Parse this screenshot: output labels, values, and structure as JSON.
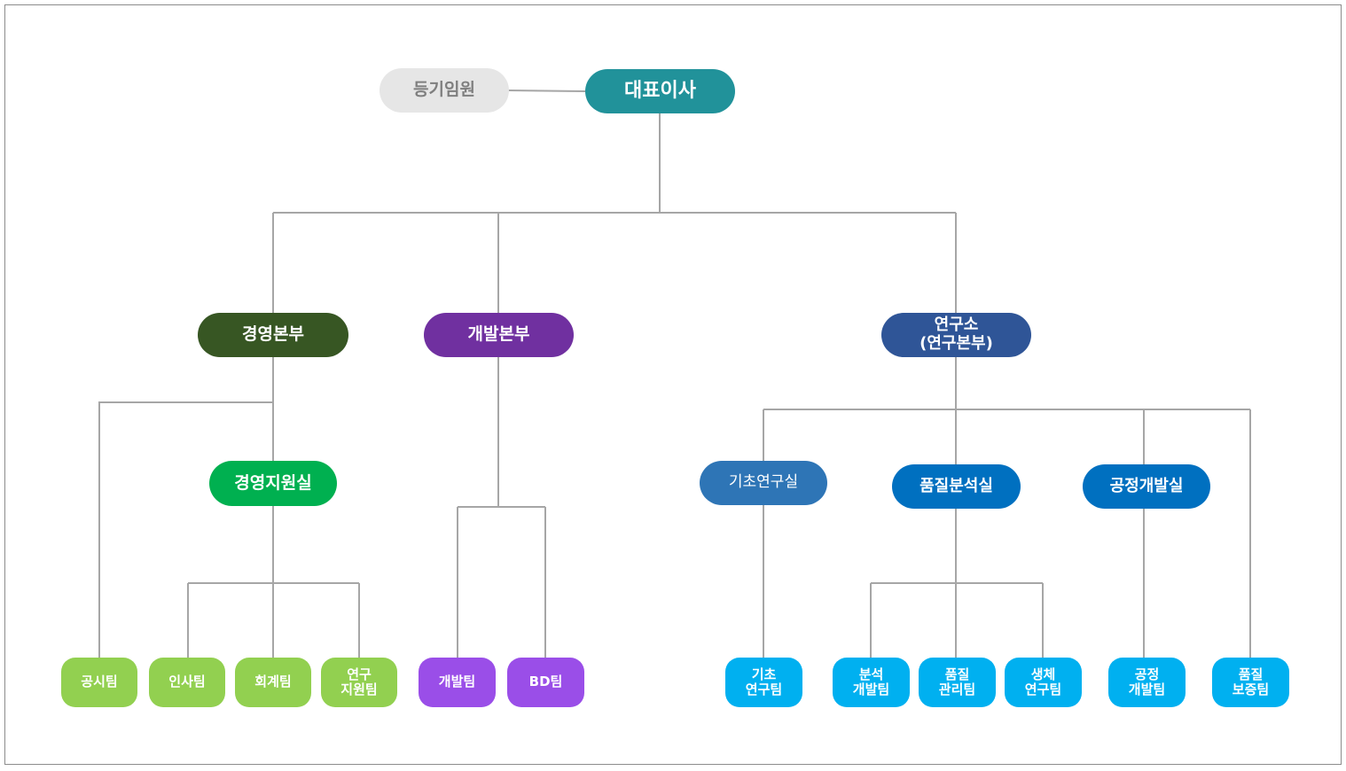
{
  "colors": {
    "line": "#a6a6a6",
    "ceo": "#21929a",
    "board": "#e6e6e6",
    "board_text": "#7f7f7f",
    "mgmt_hq": "#375623",
    "mgmt_support": "#00b050",
    "mgmt_team": "#92d050",
    "dev_hq": "#7030a0",
    "dev_team": "#9a4ee8",
    "lab_hq": "#2f5597",
    "basic_lab": "#2e75b6",
    "lab_room": "#0070c0",
    "lab_team": "#00b0f0"
  },
  "nodes": {
    "board": "등기임원",
    "ceo": "대표이사",
    "mgmt_hq": "경영본부",
    "dev_hq": "개발본부",
    "lab_hq_line1": "연구소",
    "lab_hq_line2": "(연구본부)",
    "mgmt_support": "경영지원실",
    "basic_lab": "기초연구실",
    "quality_lab": "품질분석실",
    "process_lab": "공정개발실",
    "team_disclosure": "공시팀",
    "team_hr": "인사팀",
    "team_accounting": "회계팀",
    "team_research_support_l1": "연구",
    "team_research_support_l2": "지원팀",
    "team_dev": "개발팀",
    "team_bd": "BD팀",
    "team_basic_l1": "기초",
    "team_basic_l2": "연구팀",
    "team_analysis_l1": "분석",
    "team_analysis_l2": "개발팀",
    "team_qm_l1": "품질",
    "team_qm_l2": "관리팀",
    "team_bio_l1": "생체",
    "team_bio_l2": "연구팀",
    "team_process_l1": "공정",
    "team_process_l2": "개발팀",
    "team_qa_l1": "품질",
    "team_qa_l2": "보증팀"
  }
}
